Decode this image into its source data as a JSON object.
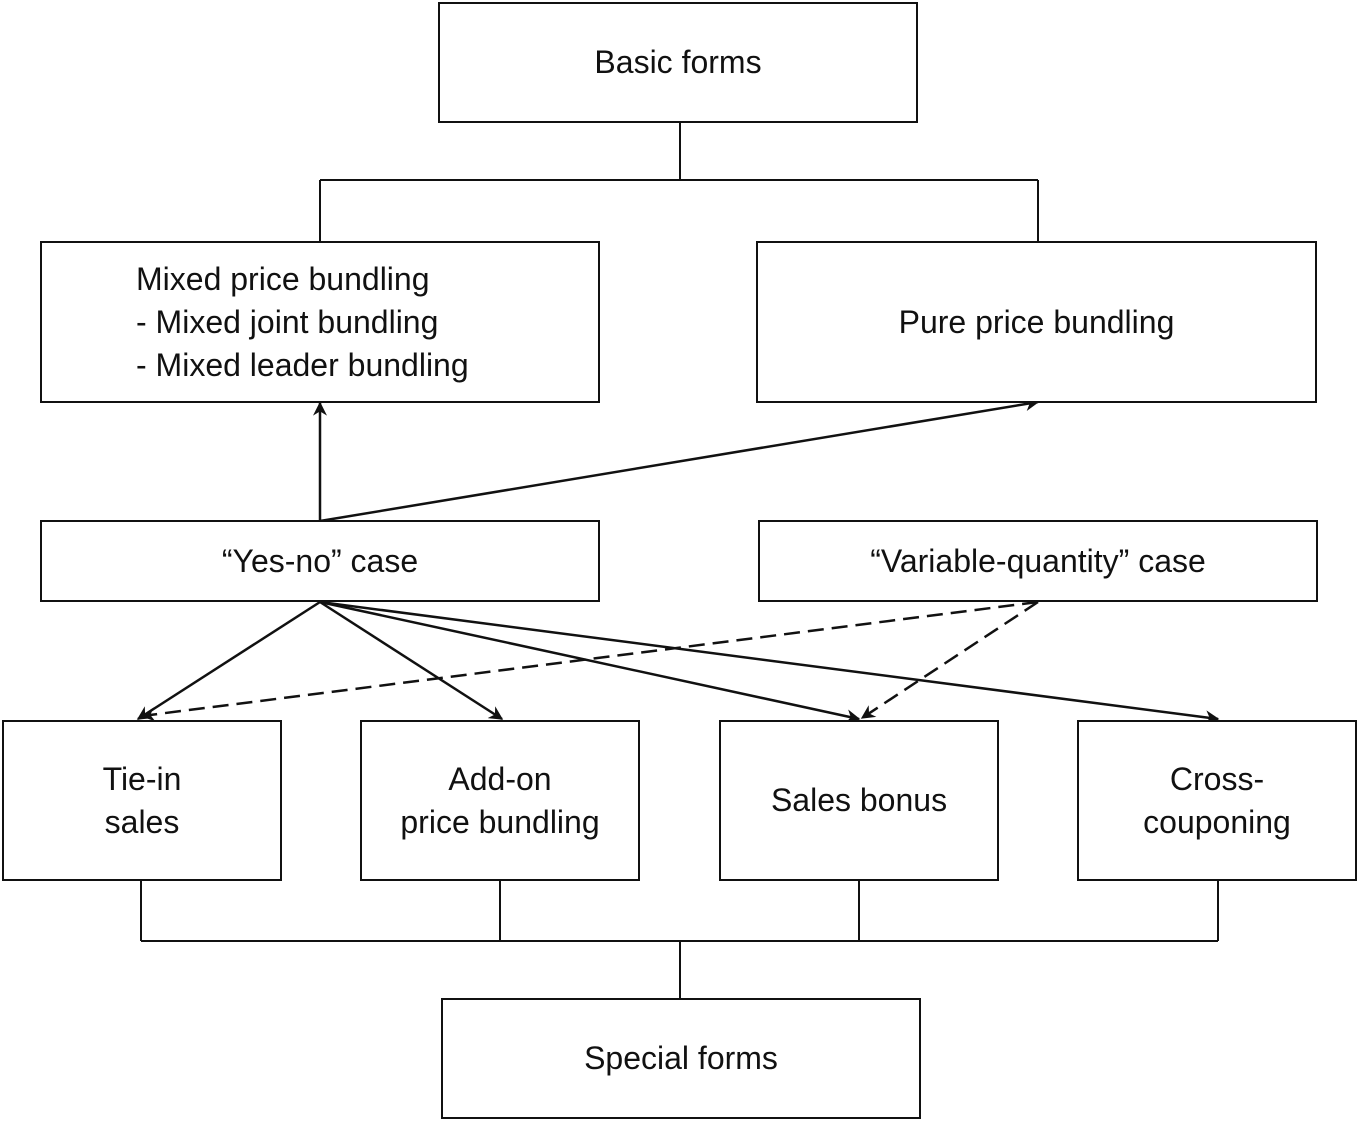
{
  "diagram": {
    "top_node": {
      "label": "Basic forms"
    },
    "mixed_node": {
      "lines": [
        "Mixed price bundling",
        "- Mixed joint bundling",
        "- Mixed leader bundling"
      ]
    },
    "pure_node": {
      "label": "Pure price bundling"
    },
    "yes_no_node": {
      "label": "“Yes-no” case"
    },
    "variable_node": {
      "label": "“Variable-quantity” case"
    },
    "special_nodes": [
      {
        "lines": [
          "Tie-in",
          "sales"
        ]
      },
      {
        "lines": [
          "Add-on",
          "price bundling"
        ]
      },
      {
        "lines": [
          "Sales bonus"
        ]
      },
      {
        "lines": [
          "Cross-",
          "couponing"
        ]
      }
    ],
    "bottom_node": {
      "label": "Special forms"
    }
  }
}
